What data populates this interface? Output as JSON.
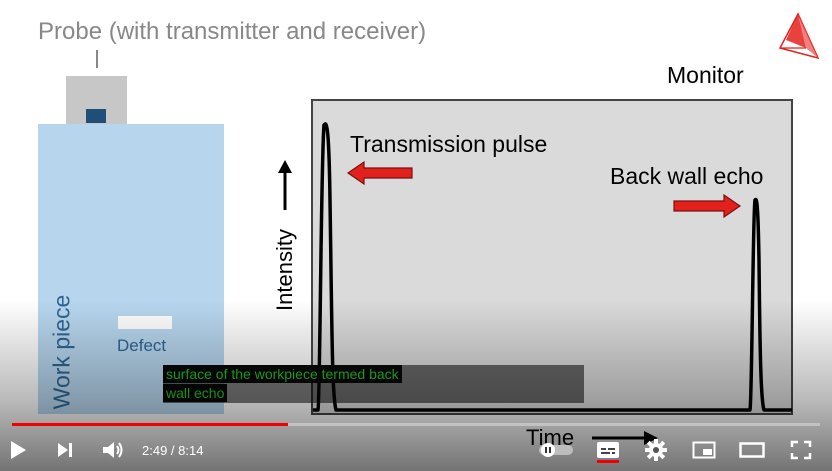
{
  "slide": {
    "probe_label": "Probe (with transmitter and receiver)",
    "workpiece_label": "Work piece",
    "defect_label": "Defect",
    "monitor_label": "Monitor",
    "transmission_label": "Transmission pulse",
    "backwall_label": "Back wall echo",
    "intensity_label": "Intensity",
    "time_label": "Time"
  },
  "caption": {
    "line1": "surface of the workpiece termed back",
    "line2": "wall echo",
    "text_color": "#1fbe1f"
  },
  "player": {
    "current_time": "2:49",
    "separator": " / ",
    "duration": "8:14",
    "progress_fraction": 0.342,
    "accent_color": "#f00000",
    "controls": [
      "play-icon",
      "next-icon",
      "volume-icon",
      "autoplay-toggle",
      "subtitles-icon",
      "settings-icon",
      "miniplayer-icon",
      "theater-icon",
      "fullscreen-icon"
    ]
  }
}
